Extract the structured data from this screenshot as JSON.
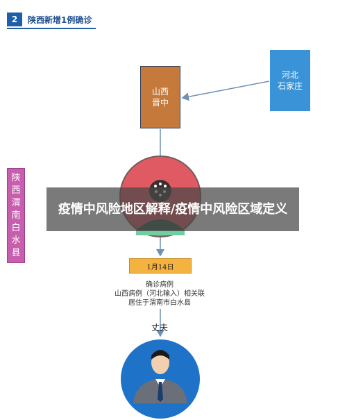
{
  "header": {
    "badge": "2",
    "title": "陕西新增1例确诊"
  },
  "boxes": {
    "shanxi_jinzhong": {
      "line1": "山西",
      "line2": "晋中"
    },
    "hebei_shijiazhuang": {
      "line1": "河北",
      "line2": "石家庄"
    },
    "shaanxi_weinan_baishui": {
      "text": "陕西渭南白水县"
    }
  },
  "date_label": "1月14日",
  "case_description": {
    "line1": "确诊病例",
    "line2": "山西病例（河北输入）相关联",
    "line3": "居住于渭南市白水县"
  },
  "relation_label": "丈夫",
  "overlay_title": "疫情中风险地区解释/疫情中风险区域定义",
  "colors": {
    "header_blue": "#1f5fa8",
    "shanxi_box": "#c57a3c",
    "hebei_box": "#3a93d6",
    "weinan_box": "#c85fae",
    "date_box": "#f4b240",
    "case_circle": "#e05a63",
    "husband_circle": "#1e73c9"
  }
}
